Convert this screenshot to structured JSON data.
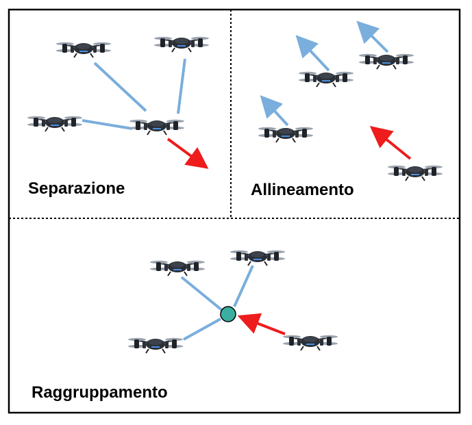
{
  "panels": {
    "separation": {
      "label": "Separazione"
    },
    "alignment": {
      "label": "Allineamento"
    },
    "cohesion": {
      "label": "Raggruppamento"
    }
  },
  "colors": {
    "neighbor_line": "#7aaedc",
    "steering_arrow": "#ee1c1c",
    "center_of_mass": "#3aaea0",
    "border": "#000000",
    "divider": "#000000",
    "drone_body": "#2b2f36",
    "drone_accent": "#4a90e2"
  },
  "icons": {
    "drone": "quadcopter-drone-icon",
    "arrow": "arrow-head-icon",
    "center": "center-of-mass-dot"
  }
}
